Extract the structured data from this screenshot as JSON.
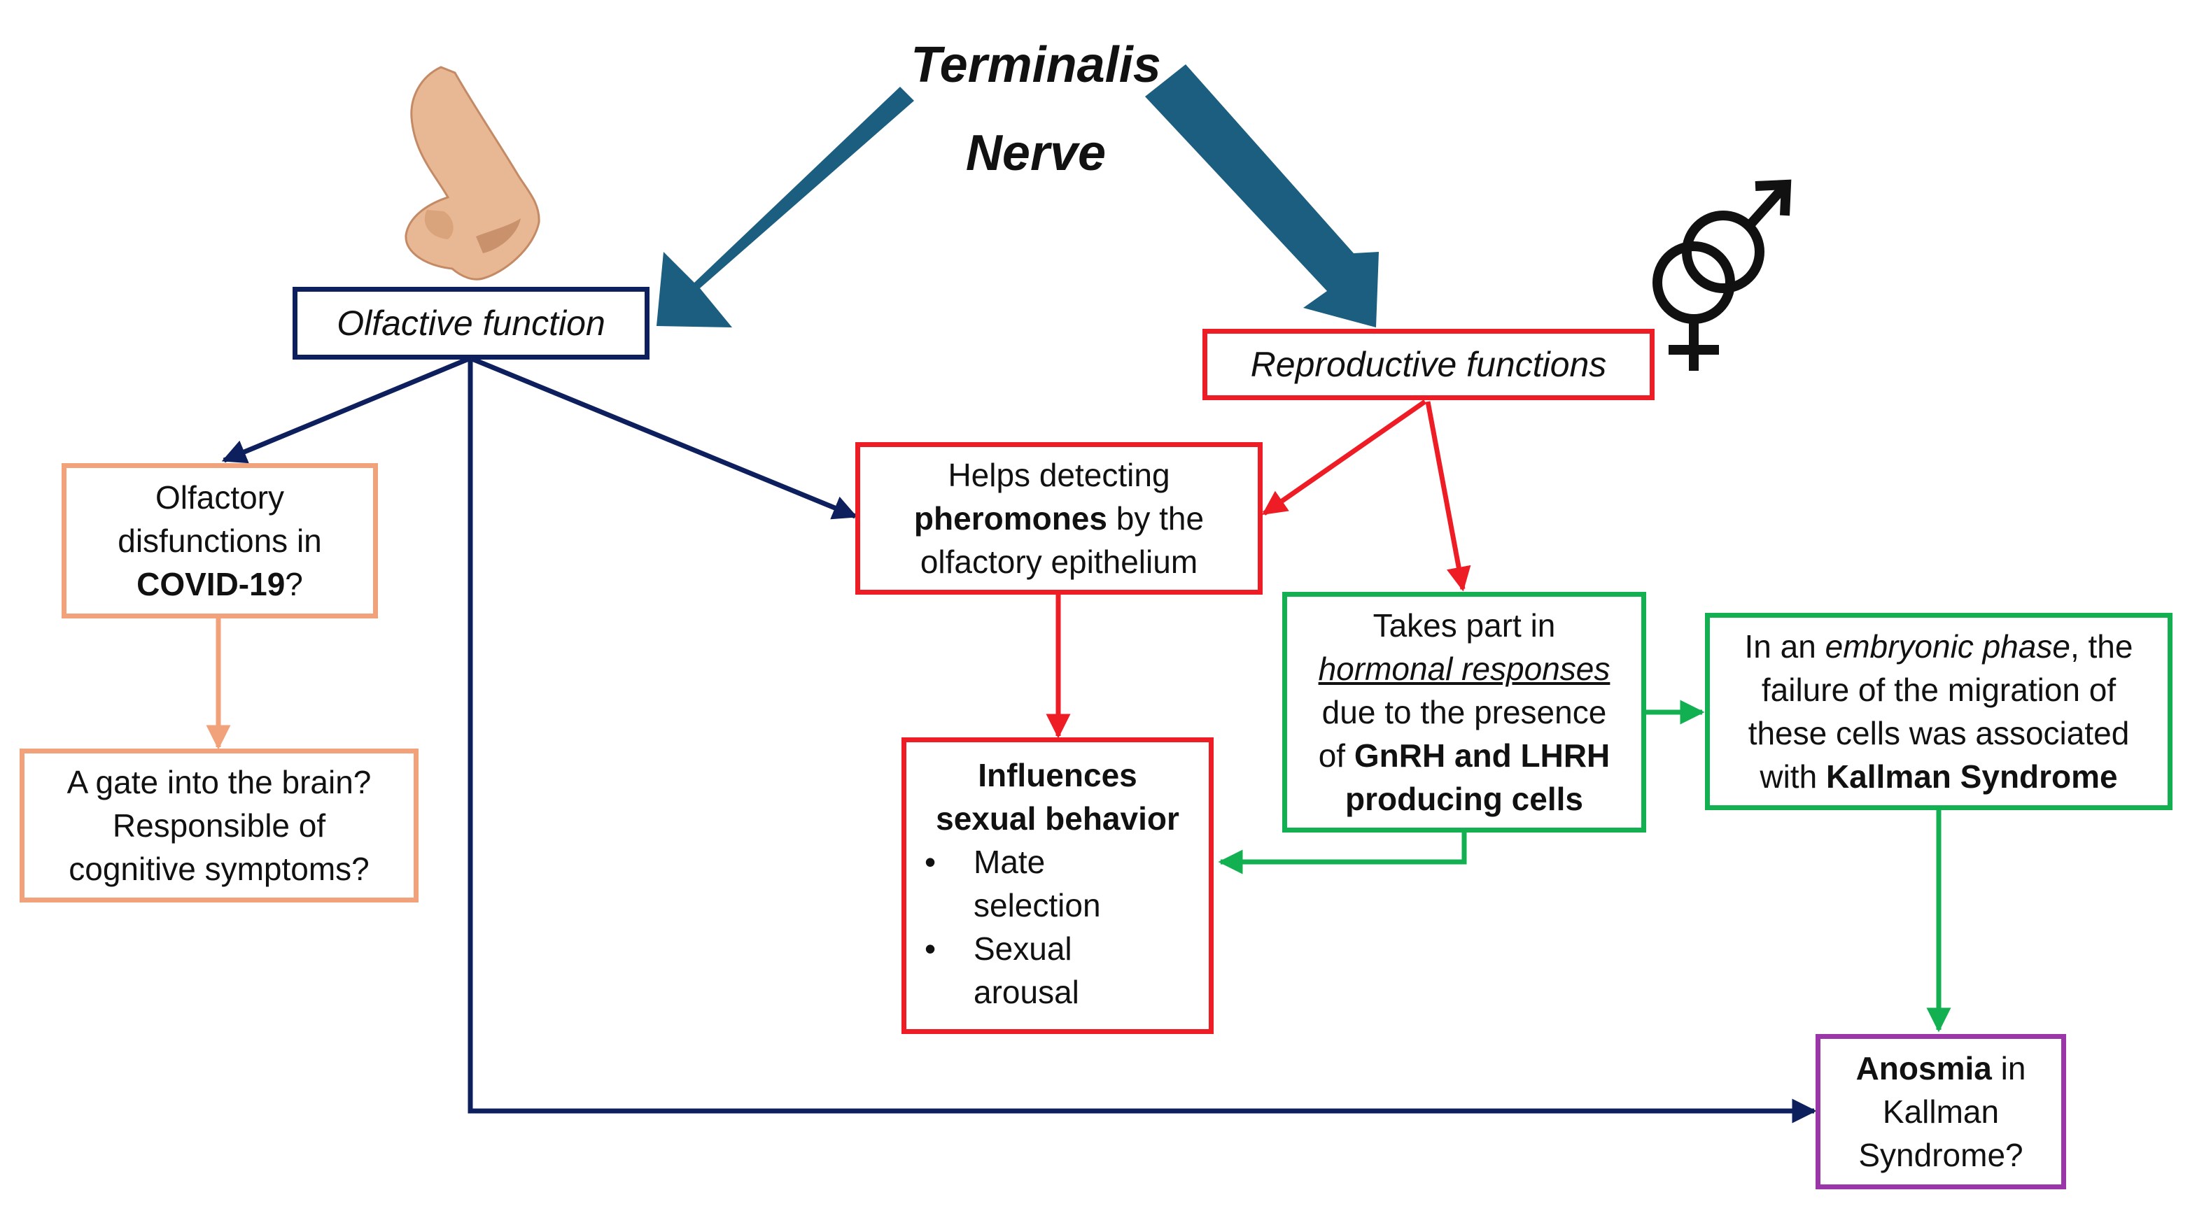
{
  "title": {
    "line1": "Terminalis",
    "line2": "Nerve"
  },
  "olfactive": {
    "label": "Olfactive function"
  },
  "reproductive": {
    "label": "Reproductive functions"
  },
  "covid": {
    "line1": "Olfactory",
    "line2": "disfunctions in",
    "bold": "COVID-19",
    "suffix": "?"
  },
  "gate": {
    "line1": "A gate into the brain?",
    "line2": "Responsible of",
    "line3": "cognitive symptoms?"
  },
  "pheromones": {
    "line1": "Helps detecting",
    "bold": "pheromones",
    "line2_rest": " by the",
    "line3": "olfactory epithelium"
  },
  "hormonal": {
    "line1": "Takes part in",
    "underlined": "hormonal responses",
    "line3": "due to the presence",
    "line4_prefix": "of ",
    "line4_bold": "GnRH and LHRH",
    "line5_bold": "producing cells"
  },
  "embryonic": {
    "line1_prefix": "In an ",
    "line1_italic": "embryonic phase",
    "line1_suffix": ", the",
    "line2": "failure of the migration of",
    "line3": "these cells was associated",
    "line4_prefix": "with ",
    "line4_bold": "Kallman Syndrome"
  },
  "behavior": {
    "bold1": "Influences",
    "bold2": "sexual behavior",
    "items": [
      {
        "l1": "Mate",
        "l2": "selection"
      },
      {
        "l1": "Sexual",
        "l2": "arousal"
      }
    ]
  },
  "anosmia": {
    "bold": "Anosmia",
    "line1_rest": " in",
    "line2": "Kallman",
    "line3": "Syndrome?"
  },
  "colors": {
    "navy": "#0d1f5c",
    "big_arrow": "#1b5e80",
    "red": "#ee1c24",
    "green": "#12b050",
    "orange": "#f2a27a",
    "purple": "#9a36a8",
    "skin": "#e8b894"
  },
  "icons": {
    "nose": "nose-icon",
    "gender": "male-female-symbol-icon"
  }
}
